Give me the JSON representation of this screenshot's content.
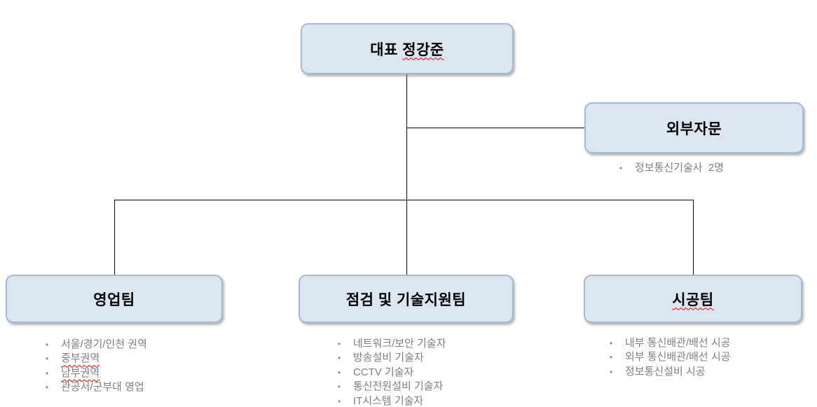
{
  "org": {
    "root": {
      "title_prefix": "대표 ",
      "title_name": "정강준"
    },
    "advisory": {
      "title": "외부자문",
      "bullets": [
        "정보통신기술사  2명"
      ]
    },
    "teams": {
      "sales": {
        "title": "영업팀",
        "bullets": [
          "서울/경기/인천 권역",
          "중부권역",
          "남부권역",
          "관공서/군부대 영업"
        ]
      },
      "tech": {
        "title": "점검 및 기술지원팀",
        "bullets": [
          "네트워크/보안 기술자",
          "방송설비 기술자",
          "CCTV 기술자",
          "통신전원설비 기술자",
          "IT시스템 기술자"
        ]
      },
      "build": {
        "title": "시공팀",
        "bullets": [
          "내부 통신배관/배선 시공",
          "외부 통신배관/배선 시공",
          "정보통신설비 시공"
        ]
      }
    }
  },
  "colors": {
    "box_fill": "#dce6f1",
    "box_border": "#a5b8d6",
    "title_text": "#000000",
    "bullet_text": "#7f7f7f",
    "connector": "#1a1a1a",
    "spellcheck_underline": "#e60000"
  }
}
